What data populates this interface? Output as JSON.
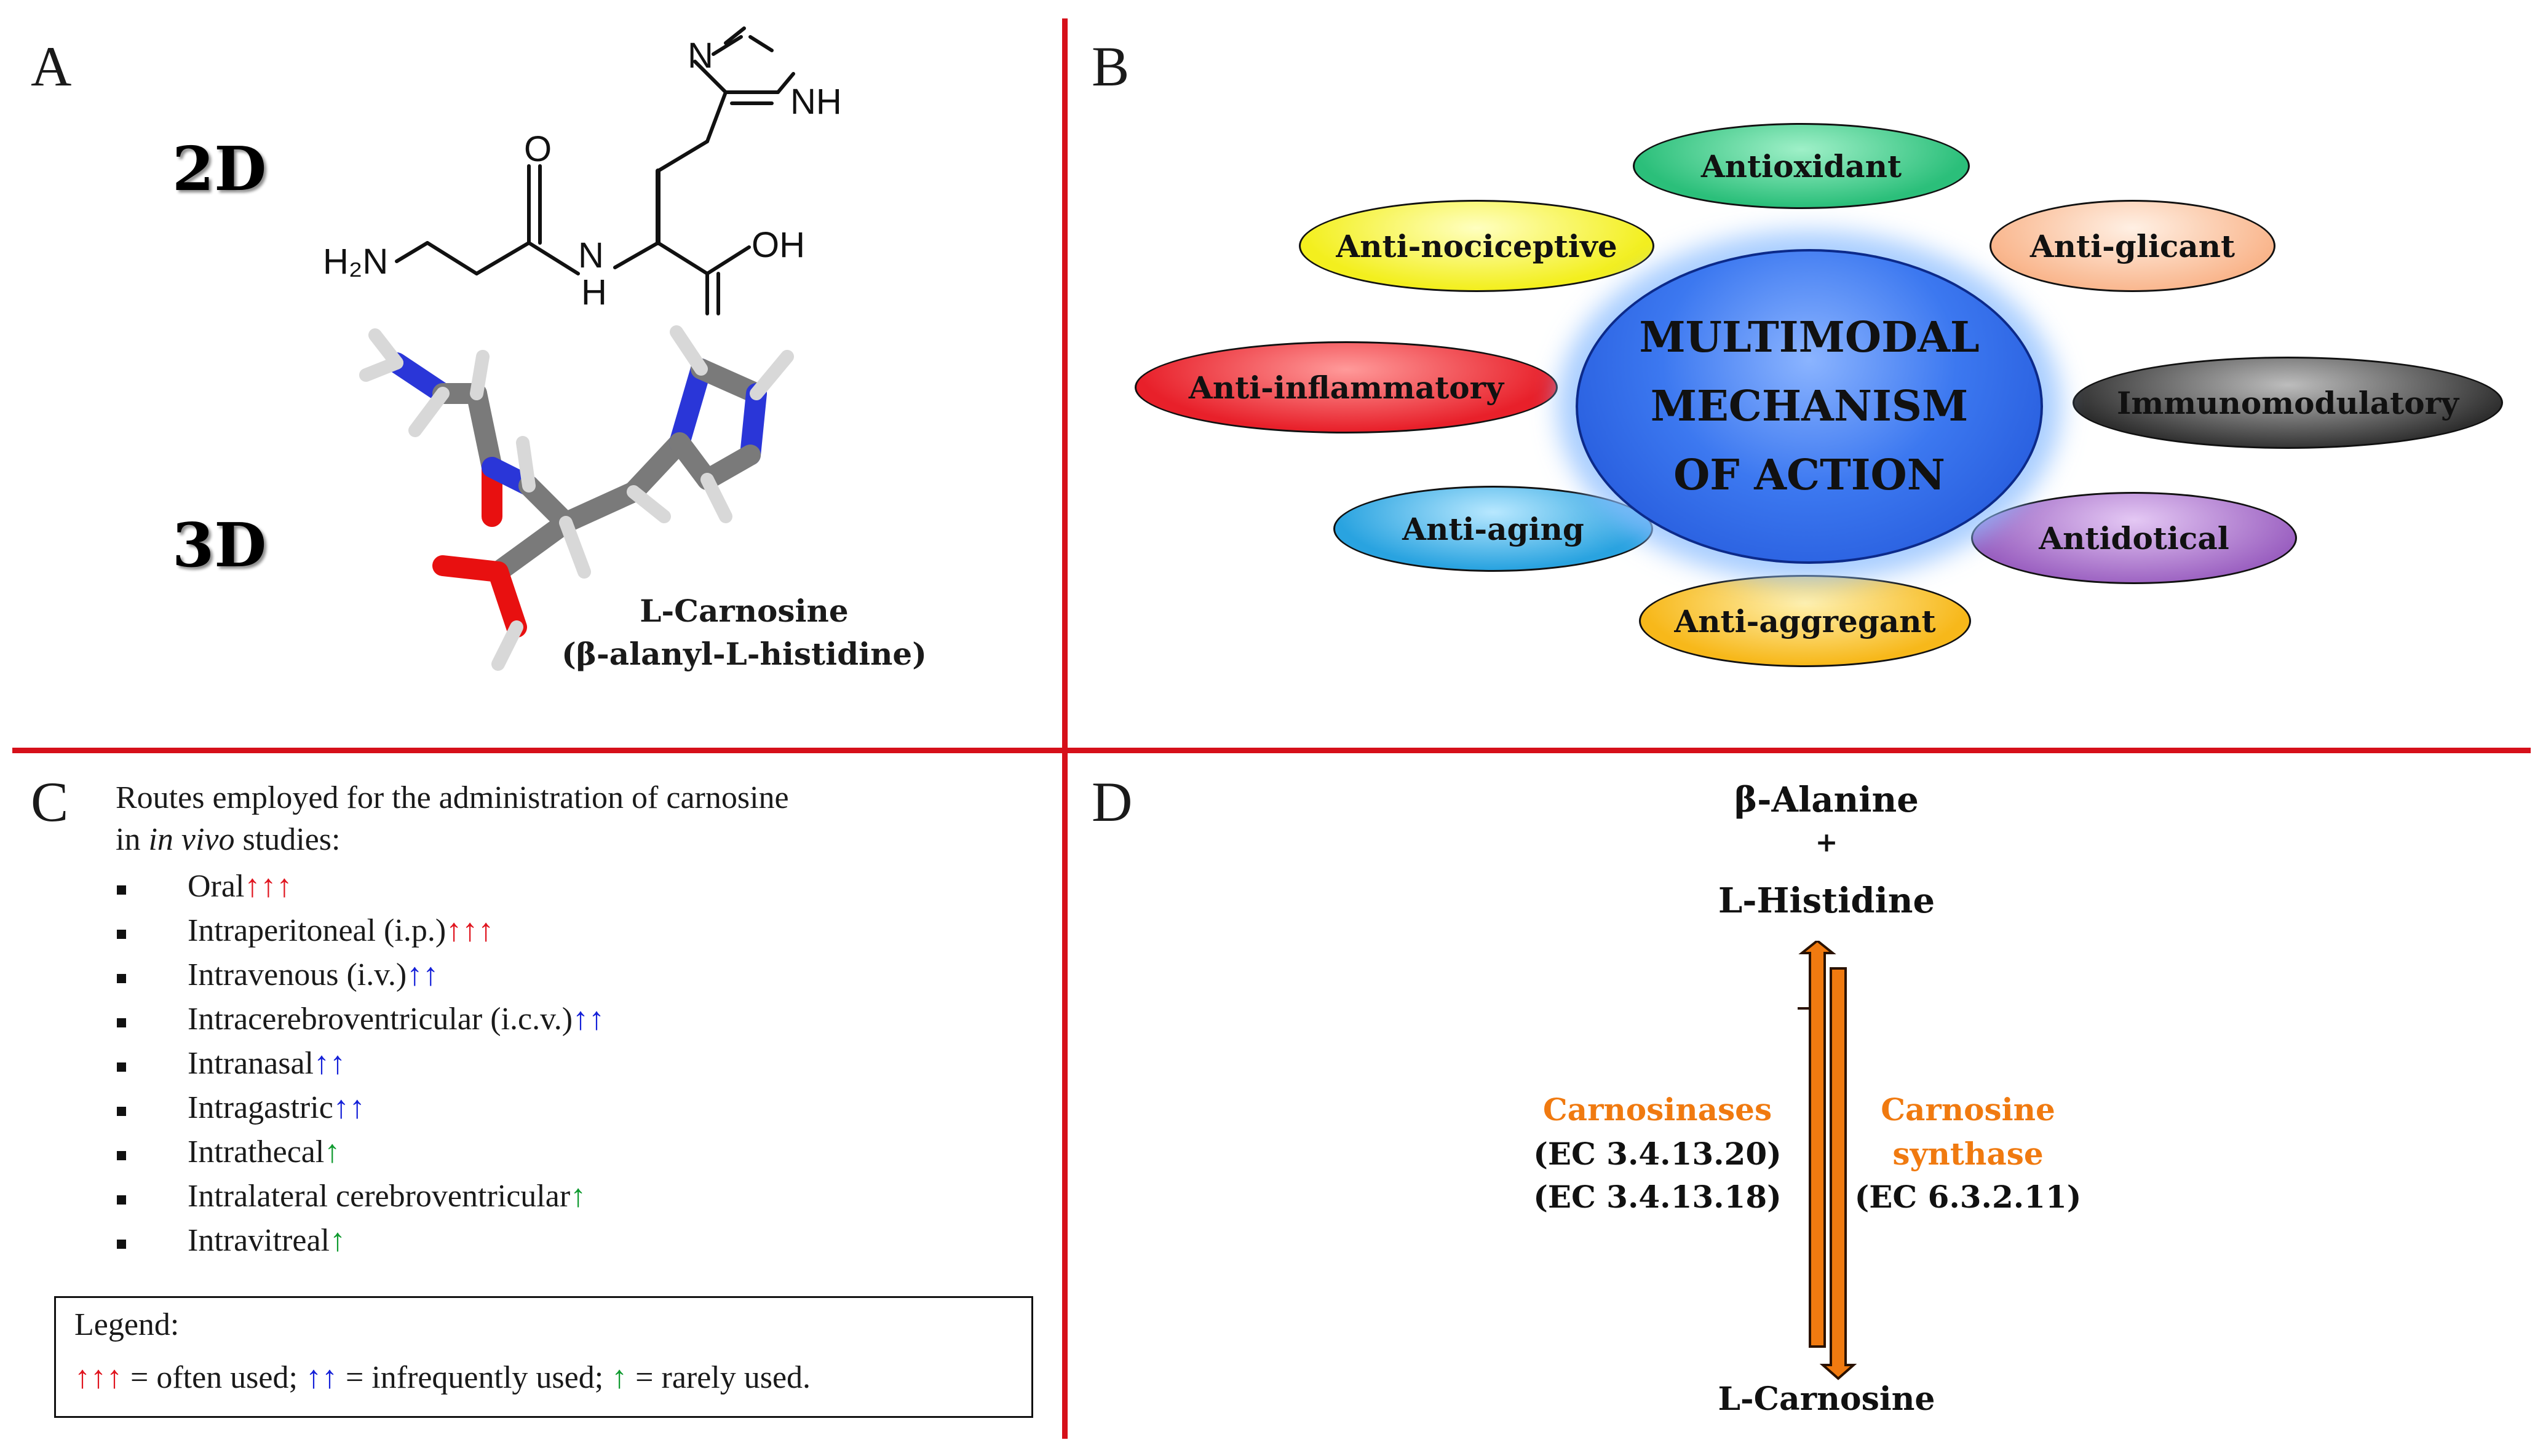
{
  "panels": {
    "a": {
      "letter": "A",
      "label_2d": "2D",
      "label_3d": "3D",
      "molecule_name": "L-Carnosine",
      "molecule_formula_name": "(β-alanyl-L-histidine)",
      "atoms": {
        "n": "N",
        "nh": "NH",
        "o": "O",
        "oh": "OH",
        "h2n": "H₂N",
        "h": "H"
      }
    },
    "b": {
      "letter": "B",
      "center_lines": [
        "MULTIMODAL",
        "MECHANISM",
        "OF ACTION"
      ],
      "mechanisms": [
        {
          "label": "Antioxidant",
          "color": "#2bbf7a"
        },
        {
          "label": "Anti-nociceptive",
          "color": "#f3ef1e"
        },
        {
          "label": "Anti-glicant",
          "color": "#f9b48a"
        },
        {
          "label": "Anti-inflammatory",
          "color": "#e8202a"
        },
        {
          "label": "Immunomodulatory",
          "color": "#3a3a3a"
        },
        {
          "label": "Anti-aging",
          "color": "#29a3e0"
        },
        {
          "label": "Antidotical",
          "color": "#9a5fc0"
        },
        {
          "label": "Anti-aggregant",
          "color": "#f7b81a"
        }
      ]
    },
    "c": {
      "letter": "C",
      "intro_line1": "Routes employed for the administration of carnosine",
      "intro_line2_pre": "in ",
      "intro_line2_italic": "in vivo",
      "intro_line2_post": " studies:",
      "routes": [
        {
          "name": "Oral",
          "arrows": "↑↑↑",
          "level": "often"
        },
        {
          "name": "Intraperitoneal (i.p.)",
          "arrows": "↑↑↑",
          "level": "often"
        },
        {
          "name": "Intravenous (i.v.)",
          "arrows": "↑↑",
          "level": "infrequent"
        },
        {
          "name": "Intracerebroventricular (i.c.v.)",
          "arrows": "↑↑",
          "level": "infrequent"
        },
        {
          "name": "Intranasal",
          "arrows": "↑↑",
          "level": "infrequent"
        },
        {
          "name": "Intragastric",
          "arrows": "↑↑",
          "level": "infrequent"
        },
        {
          "name": "Intrathecal",
          "arrows": "↑",
          "level": "rare"
        },
        {
          "name": "Intralateral cerebroventricular",
          "arrows": "↑",
          "level": "rare"
        },
        {
          "name": "Intravitreal",
          "arrows": "↑",
          "level": "rare"
        }
      ],
      "legend": {
        "title": "Legend:",
        "often_arrows": "↑↑↑",
        "often_text": " = often used; ",
        "infrequent_arrows": "↑↑",
        "infrequent_text": " = infrequently used; ",
        "rare_arrows": "↑",
        "rare_text": " = rarely used."
      },
      "colors": {
        "often": "#e0141e",
        "infrequent": "#1420d8",
        "rare": "#0e9a2e"
      }
    },
    "d": {
      "letter": "D",
      "reactant1": "β-Alanine",
      "plus": "+",
      "reactant2": "L-Histidine",
      "product": "L-Carnosine",
      "left_enzyme": "Carnosinases",
      "left_ec1": "(EC 3.4.13.20)",
      "left_ec2": "(EC 3.4.13.18)",
      "right_enzyme_line1": "Carnosine",
      "right_enzyme_line2": "synthase",
      "right_ec": "(EC 6.3.2.11)",
      "arrow_color": "#f07a10"
    }
  }
}
